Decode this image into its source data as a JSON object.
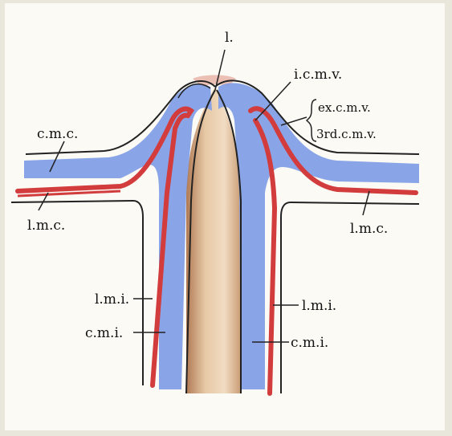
{
  "labels": {
    "l": "l.",
    "icmv": "i.c.m.v.",
    "excmv": "ex.c.m.v.",
    "third_cmv": "3rd.c.m.v.",
    "cmc": "c.m.c.",
    "lmc_left": "l.m.c.",
    "lmc_right": "l.m.c.",
    "lmi_left": "l.m.i.",
    "lmi_right": "l.m.i.",
    "cmi_left": "c.m.i.",
    "cmi_right": "c.m.i."
  },
  "colors": {
    "paper": "#fbfaf4",
    "mat": "#e9e6dc",
    "circular_muscle": "#7f9de6",
    "longitudinal_muscle": "#d23c3c",
    "lumen": "#e6c9a8",
    "outline": "#222222",
    "tip": "#e8b4a8"
  }
}
